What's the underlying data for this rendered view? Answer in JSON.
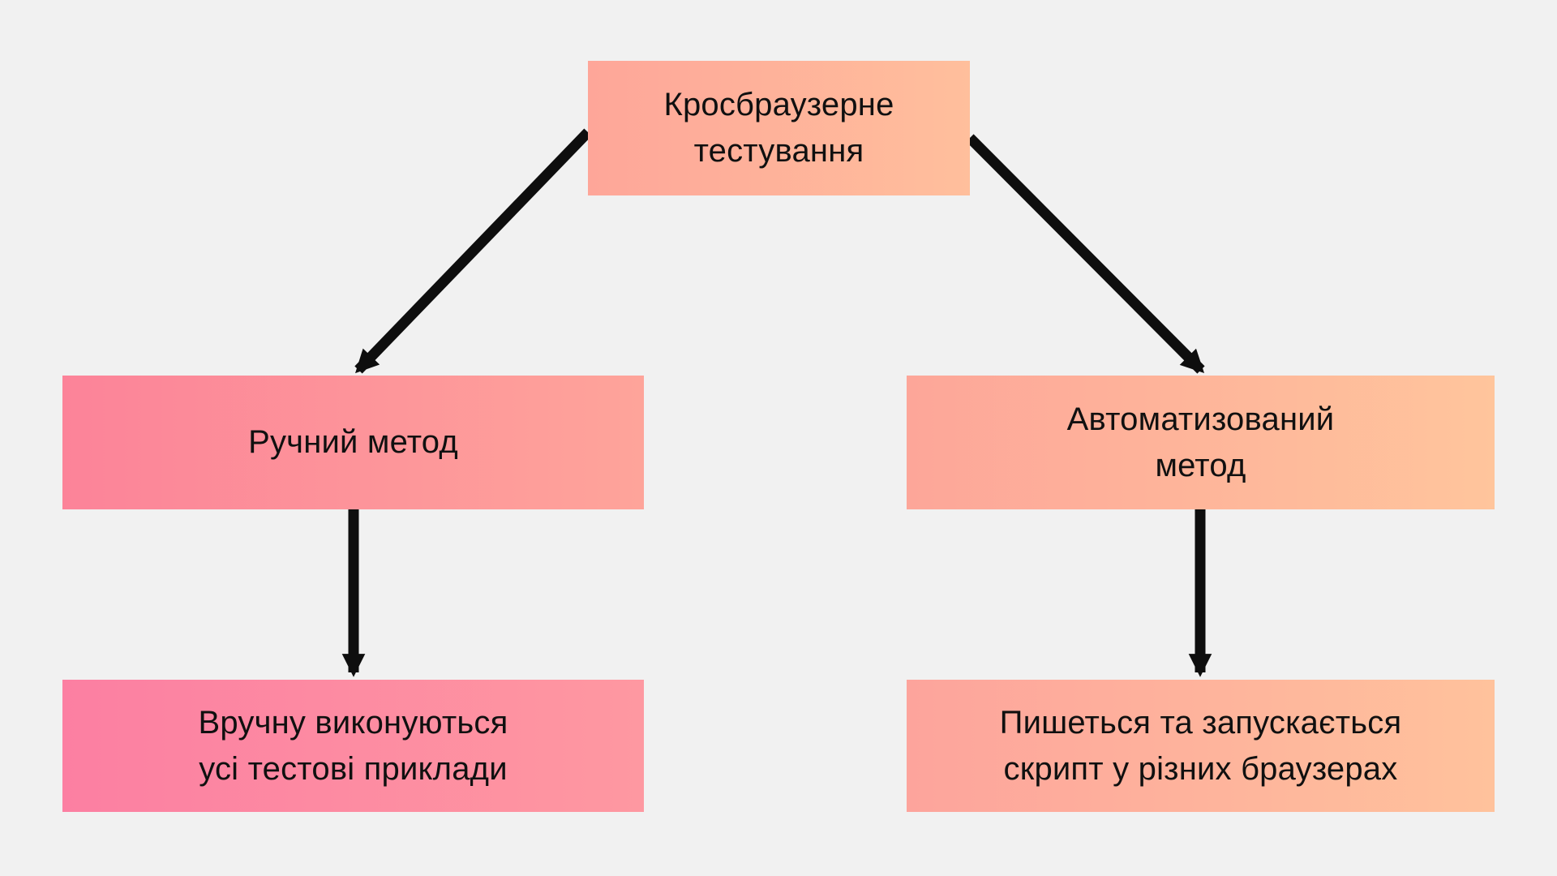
{
  "diagram": {
    "nodes": {
      "root": {
        "label": "Кросбраузерне\nтестування"
      },
      "manual": {
        "label": "Ручний метод"
      },
      "automated": {
        "label": "Автоматизований\nметод"
      },
      "manual_desc": {
        "label": "Вручну виконуються\nусі тестові приклади"
      },
      "automated_desc": {
        "label": "Пишеться та запускається\nскрипт у різних браузерах"
      }
    },
    "edges": [
      {
        "from": "root",
        "to": "manual"
      },
      {
        "from": "root",
        "to": "automated"
      },
      {
        "from": "manual",
        "to": "manual_desc"
      },
      {
        "from": "automated",
        "to": "automated_desc"
      }
    ]
  },
  "colors": {
    "background": "#f1f1f1",
    "text": "#101010",
    "arrow": "#0e0e0e",
    "root_start": "#fea699",
    "root_end": "#ffbf9c",
    "manual_start": "#fc8399",
    "manual_end": "#fea49a",
    "automated_start": "#fda699",
    "automated_end": "#ffc59c",
    "manual_desc_start": "#fc7fa2",
    "manual_desc_end": "#fe98a1",
    "automated_desc_start": "#fda49c",
    "automated_desc_end": "#ffc29c"
  }
}
